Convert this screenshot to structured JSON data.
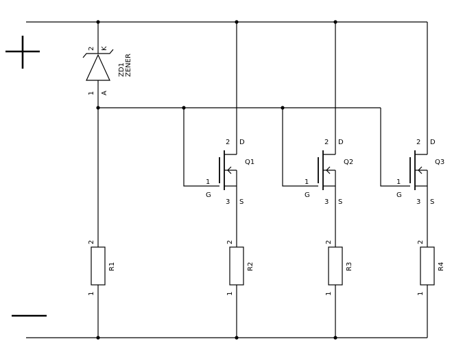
{
  "power": {
    "plus_symbol": "+",
    "minus_symbol": "−"
  },
  "zener": {
    "ref": "ZD1",
    "value": "ZENER",
    "pin_cathode_number": "2",
    "pin_cathode_name": "K",
    "pin_anode_number": "1",
    "pin_anode_name": "A"
  },
  "mosfets": [
    {
      "ref": "Q1",
      "drain_num": "2",
      "drain_name": "D",
      "gate_num": "1",
      "gate_name": "G",
      "source_num": "3",
      "source_name": "S"
    },
    {
      "ref": "Q2",
      "drain_num": "2",
      "drain_name": "D",
      "gate_num": "1",
      "gate_name": "G",
      "source_num": "3",
      "source_name": "S"
    },
    {
      "ref": "Q3",
      "drain_num": "2",
      "drain_name": "D",
      "gate_num": "1",
      "gate_name": "G",
      "source_num": "3",
      "source_name": "S"
    }
  ],
  "resistors": [
    {
      "ref": "R1",
      "pin_top": "2",
      "pin_bottom": "1"
    },
    {
      "ref": "R2",
      "pin_top": "2",
      "pin_bottom": "1"
    },
    {
      "ref": "R3",
      "pin_top": "2",
      "pin_bottom": "1"
    },
    {
      "ref": "R4",
      "pin_top": "2",
      "pin_bottom": "1"
    }
  ]
}
